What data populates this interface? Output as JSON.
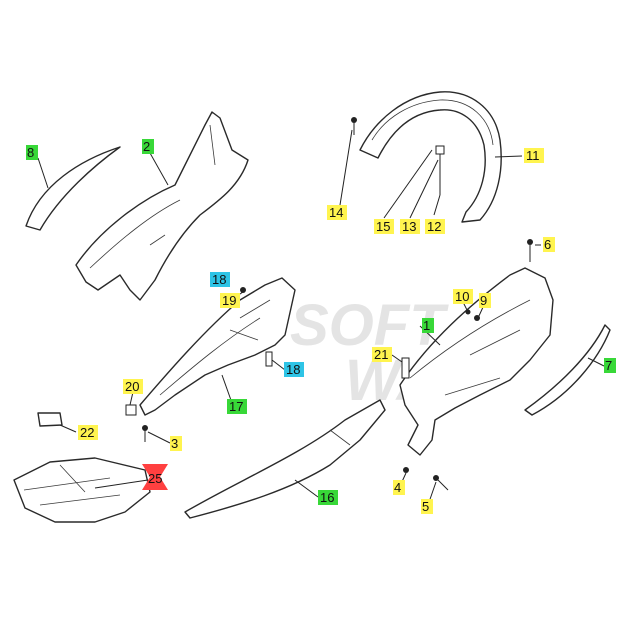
{
  "watermark": [
    "SOFT",
    "WA"
  ],
  "callouts": {
    "c1": {
      "num": "1",
      "hl": "#38d838"
    },
    "c2": {
      "num": "2",
      "hl": "#38d838"
    },
    "c3": {
      "num": "3",
      "hl": "#fff44f"
    },
    "c4": {
      "num": "4",
      "hl": "#fff44f"
    },
    "c5": {
      "num": "5",
      "hl": "#fff44f"
    },
    "c6": {
      "num": "6",
      "hl": "#fff44f"
    },
    "c7": {
      "num": "7",
      "hl": "#38d838"
    },
    "c8": {
      "num": "8",
      "hl": "#38d838"
    },
    "c9": {
      "num": "9",
      "hl": "#fff44f"
    },
    "c10": {
      "num": "10",
      "hl": "#fff44f"
    },
    "c11": {
      "num": "11",
      "hl": "#fff44f"
    },
    "c12": {
      "num": "12",
      "hl": "#fff44f"
    },
    "c13": {
      "num": "13",
      "hl": "#fff44f"
    },
    "c14": {
      "num": "14",
      "hl": "#fff44f"
    },
    "c15": {
      "num": "15",
      "hl": "#fff44f"
    },
    "c16": {
      "num": "16",
      "hl": "#38d838"
    },
    "c17": {
      "num": "17",
      "hl": "#38d838"
    },
    "c18a": {
      "num": "18",
      "hl": "#2ec4e6"
    },
    "c18b": {
      "num": "18",
      "hl": "#2ec4e6"
    },
    "c19": {
      "num": "19",
      "hl": "#fff44f"
    },
    "c20": {
      "num": "20",
      "hl": "#fff44f"
    },
    "c21": {
      "num": "21",
      "hl": "#fff44f"
    },
    "c22": {
      "num": "22",
      "hl": "#fff44f"
    },
    "c25": {
      "num": "25",
      "hl": "#ff4040"
    }
  }
}
